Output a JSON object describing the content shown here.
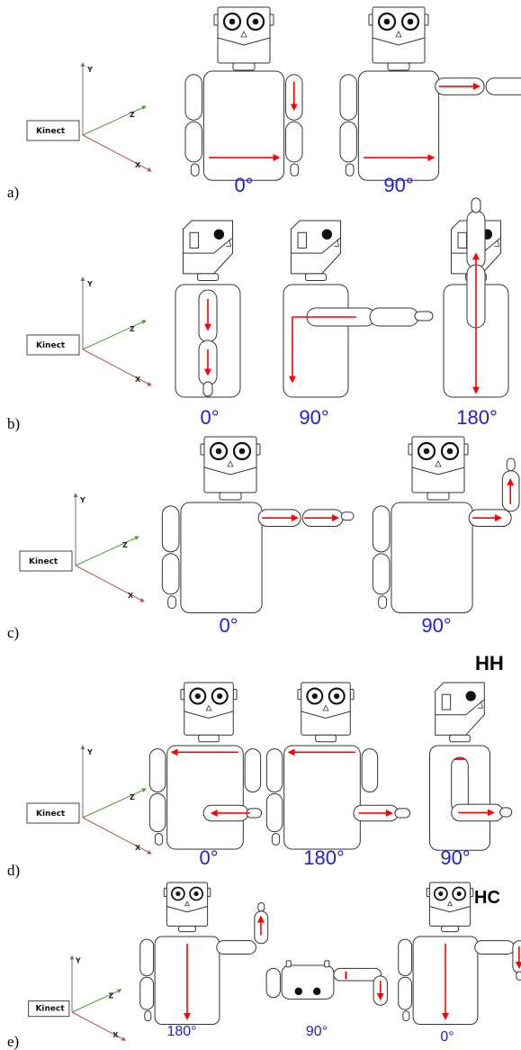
{
  "kinect_label": "Kinect",
  "axis_labels": {
    "x": "X",
    "y": "Y",
    "z": "Z"
  },
  "colors": {
    "x_axis": "#c0504d",
    "y_axis": "#8064a2",
    "z_axis": "#4f9a34",
    "arrow": "#ff0000",
    "angle_text": "#1f1fd6"
  },
  "panels": [
    {
      "label": "a)",
      "angles": [
        "0°",
        "90°"
      ]
    },
    {
      "label": "b)",
      "angles": [
        "0°",
        "90°",
        "180°"
      ]
    },
    {
      "label": "c)",
      "angles": [
        "0°",
        "90°"
      ]
    },
    {
      "label": "d)",
      "title": "HH",
      "angles": [
        "0°",
        "180°",
        "90°"
      ]
    },
    {
      "label": "e)",
      "title": "HC",
      "angles": [
        "180°",
        "90°",
        "0°"
      ]
    }
  ]
}
